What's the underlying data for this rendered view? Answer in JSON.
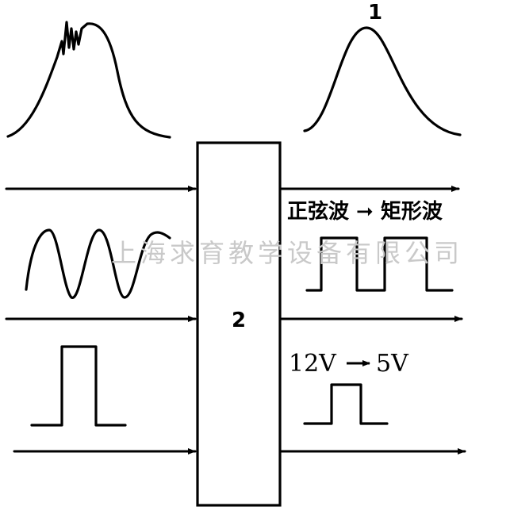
{
  "labels": {
    "output_marker": "1",
    "module_marker": "2",
    "conversion_1": "正弦波 ➞ 矩形波",
    "conversion_2_from": "12V",
    "conversion_2_to": "5V"
  },
  "watermark": "上海求育教学设备有限公司",
  "colors": {
    "line": "#000000",
    "background": "#ffffff",
    "watermark": "#c9c9c9"
  }
}
